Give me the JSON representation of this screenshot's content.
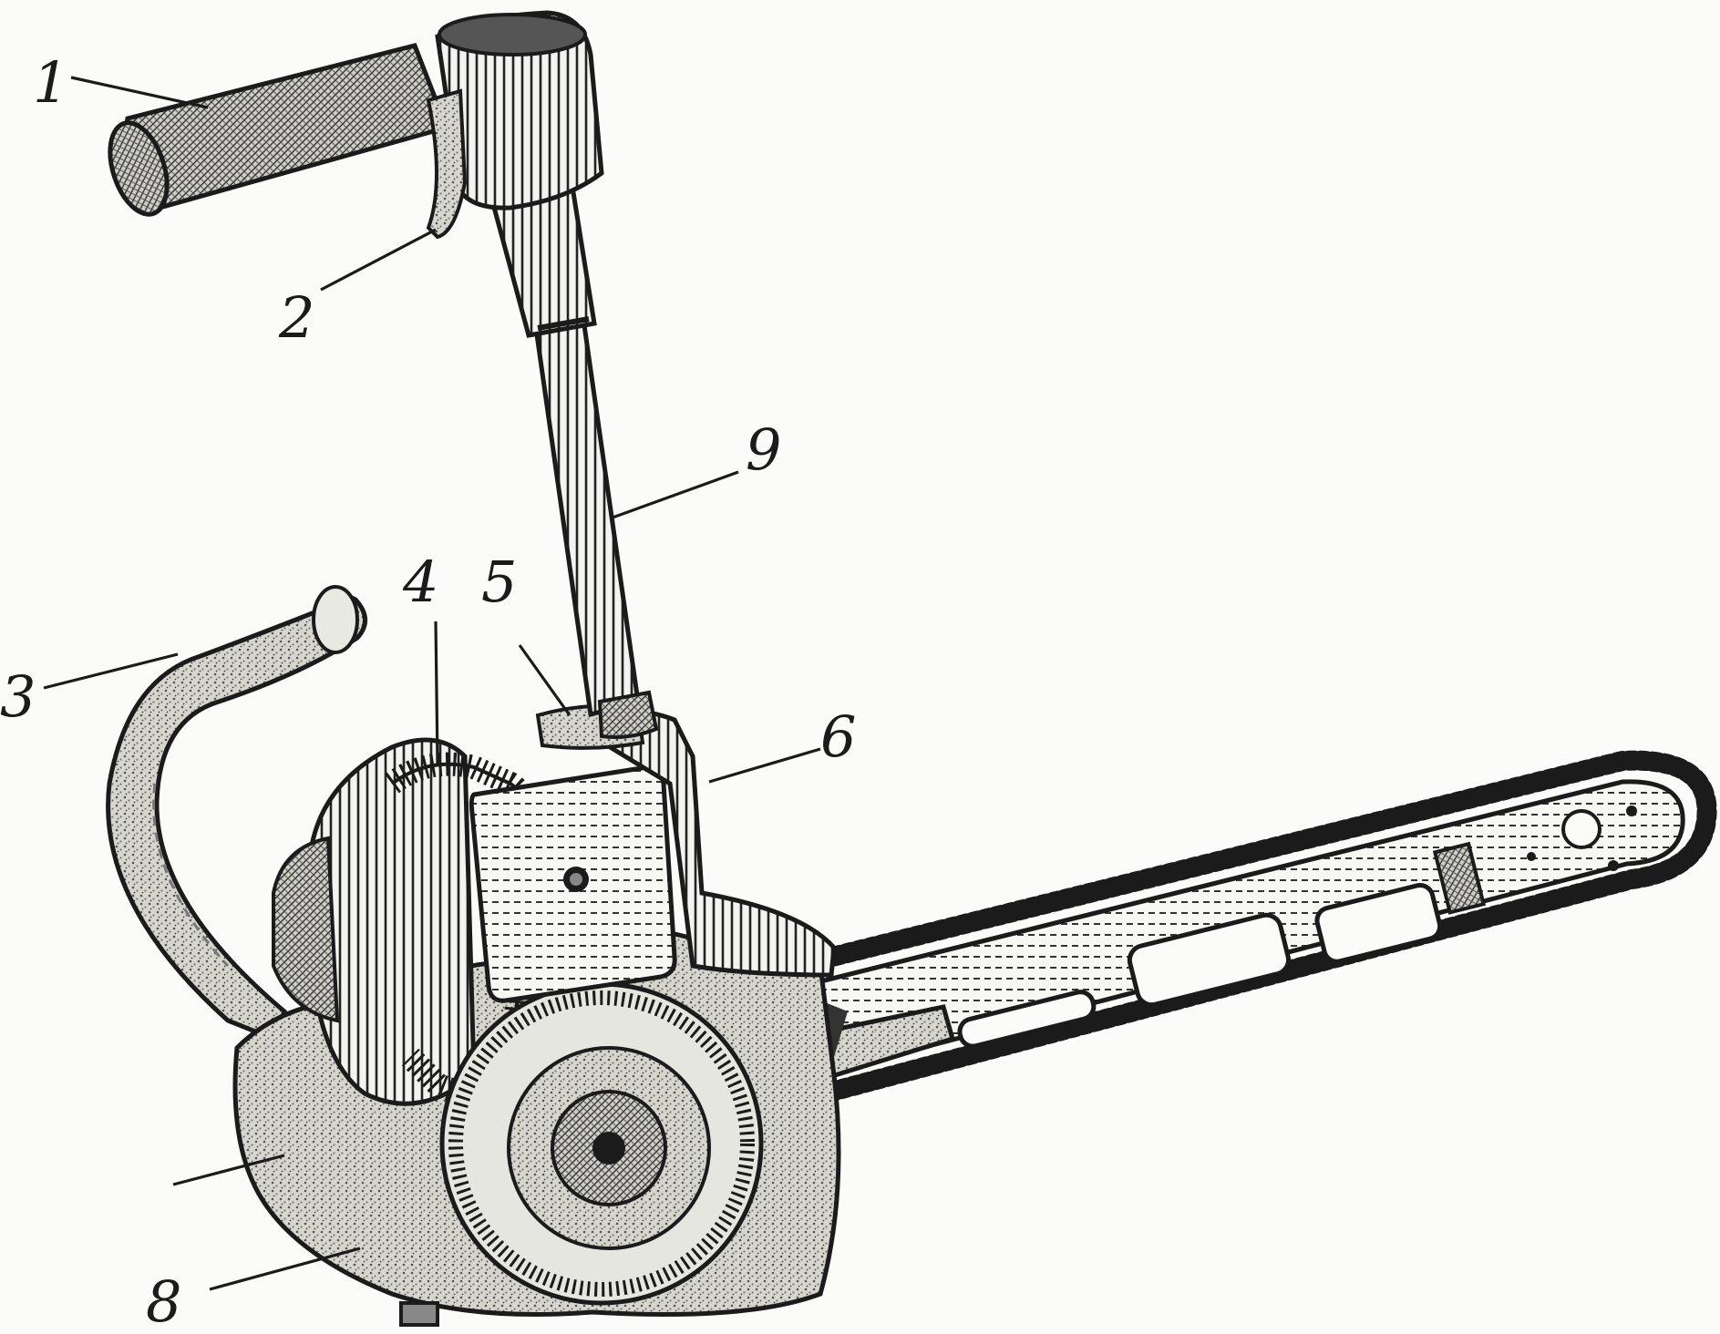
{
  "figure": {
    "subject_icon": "chainsaw-illustration",
    "colors": {
      "ink": "#1b1b1b",
      "paper": "#fbfbf9",
      "shade": "#9a9a94"
    },
    "callouts": [
      {
        "id": "1",
        "label": "1"
      },
      {
        "id": "2",
        "label": "2"
      },
      {
        "id": "3",
        "label": "3"
      },
      {
        "id": "4",
        "label": "4"
      },
      {
        "id": "5",
        "label": "5"
      },
      {
        "id": "6",
        "label": "6"
      },
      {
        "id": "7",
        "label": ""
      },
      {
        "id": "8",
        "label": "8"
      },
      {
        "id": "9",
        "label": "9"
      }
    ]
  }
}
